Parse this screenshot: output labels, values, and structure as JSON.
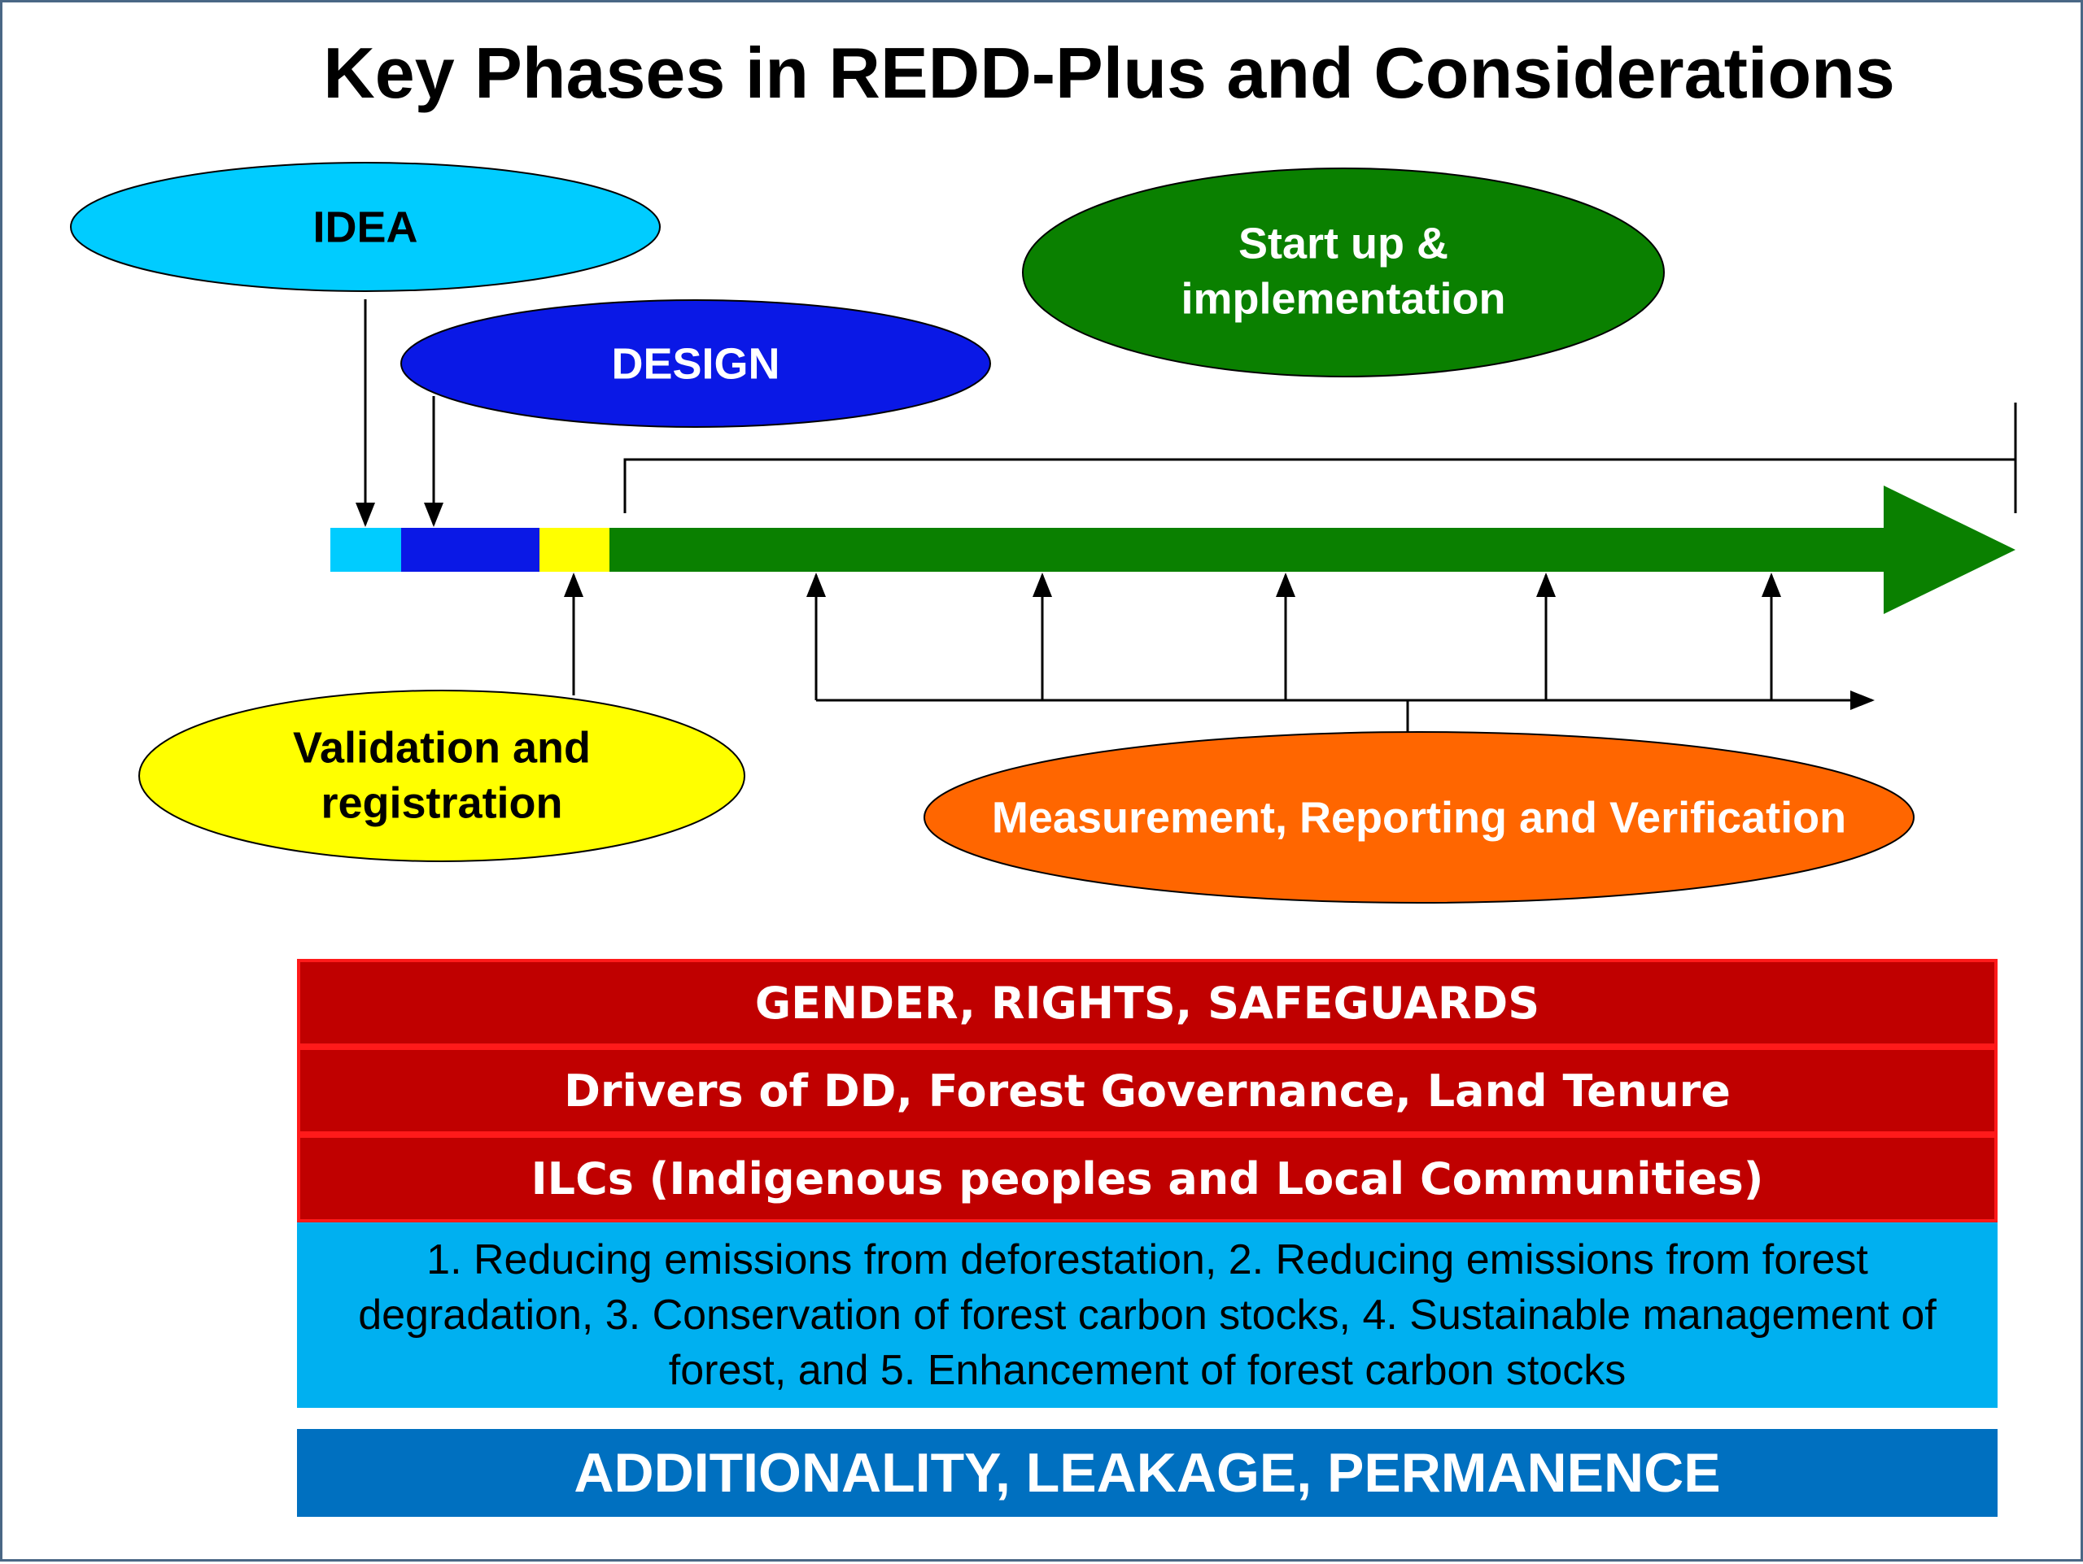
{
  "title": "Key Phases in REDD-Plus and Considerations",
  "phases": {
    "idea": "IDEA",
    "design": "DESIGN",
    "startup": [
      "Start up &",
      "implementation"
    ],
    "validation": [
      "Validation and",
      "registration"
    ],
    "mrv": "Measurement, Reporting and Verification"
  },
  "colors": {
    "idea": "#00ccff",
    "design": "#0a18e6",
    "startup": "#0a8000",
    "validation": "#ffff00",
    "mrv": "#ff6600",
    "band_red": "#c00000",
    "band_lightblue": "#00b0f0",
    "band_blue": "#0070c0"
  },
  "bands": {
    "gender": "GENDER, RIGHTS, SAFEGUARDS",
    "drivers": "Drivers of DD, Forest Governance, Land Tenure",
    "ilcs": "ILCs (Indigenous peoples and Local Communities)",
    "activities": "1. Reducing emissions from deforestation, 2. Reducing emissions from forest degradation, 3. Conservation of forest carbon stocks, 4. Sustainable management of forest, and 5. Enhancement of forest carbon stocks",
    "additionality": "ADDITIONALITY, LEAKAGE, PERMANENCE"
  }
}
